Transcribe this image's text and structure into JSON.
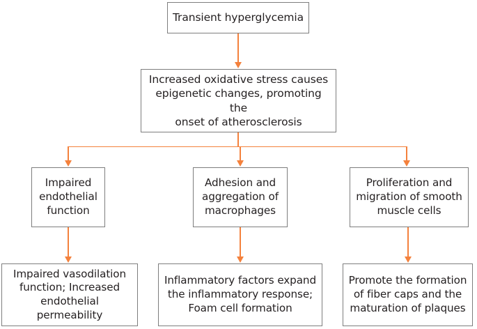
{
  "diagram": {
    "title": "Transient hyperglycemia atherosclerosis pathway flowchart",
    "colors": {
      "arrow": "#f4813c",
      "box_border": "#7d7d7d",
      "box_fill": "#ffffff",
      "text": "#231f20"
    },
    "nodes": {
      "root": "Transient hyperglycemia",
      "oxidative_stress": "Increased oxidative stress causes\nepigenetic changes, promoting the\nonset of atherosclerosis",
      "endothelial": "Impaired\nendothelial\nfunction",
      "macrophages": "Adhesion and\naggregation of\nmacrophages",
      "smooth_muscle": "Proliferation and\nmigration of smooth\nmuscle cells",
      "vasodilation": "Impaired vasodilation\nfunction; Increased\nendothelial permeability",
      "inflammation": "Inflammatory factors expand\nthe inflammatory response;\nFoam cell formation",
      "plaque": "Promote the formation\nof fiber caps and the\nmaturation of plaques"
    }
  }
}
